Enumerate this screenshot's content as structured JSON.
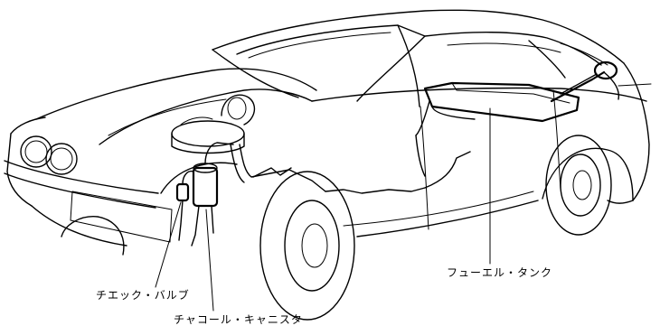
{
  "labels": {
    "fuel_tank": "フューエル・タンク",
    "check_valve": "チエック・バルブ",
    "charcoal_canister": "チャコール・キャニスタ"
  },
  "colors": {
    "line": "#000000",
    "background": "#ffffff"
  }
}
